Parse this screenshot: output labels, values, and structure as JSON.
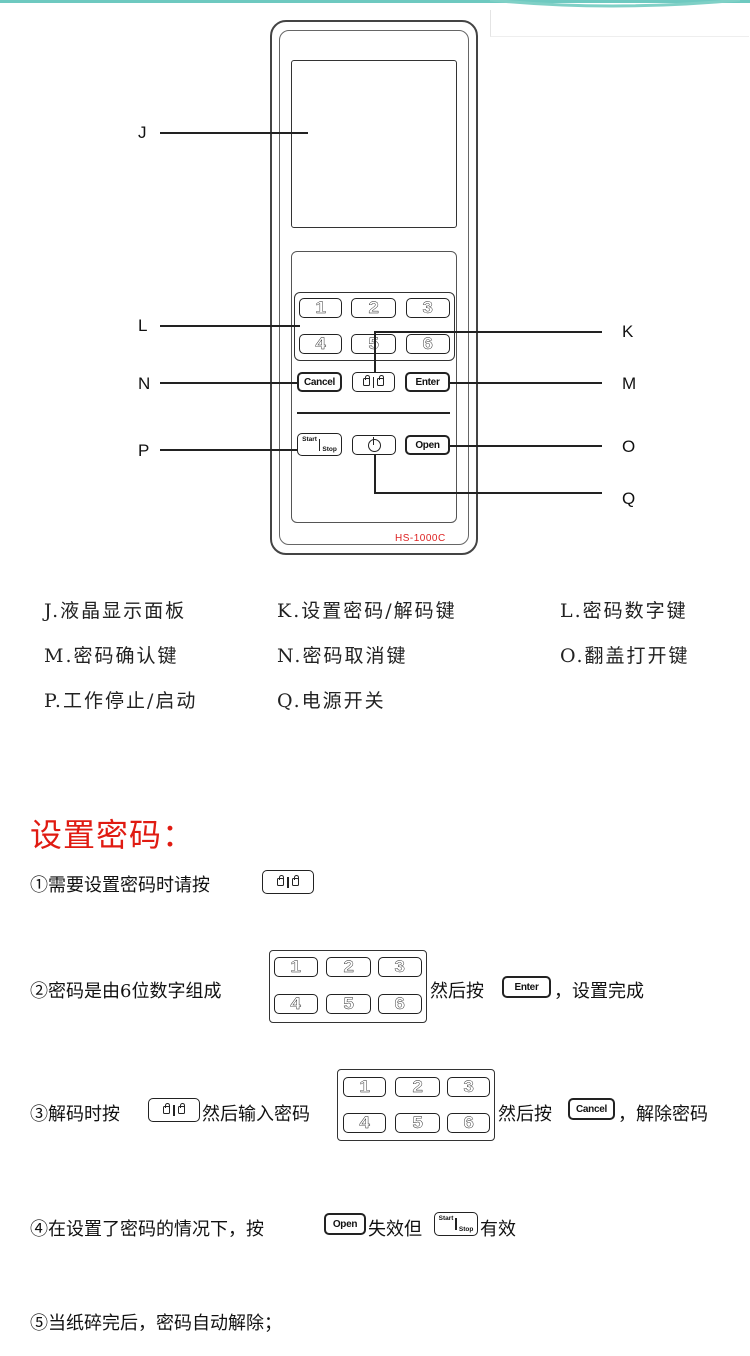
{
  "device": {
    "model": "HS-1000C",
    "keys": {
      "numbers": [
        "1",
        "2",
        "3",
        "4",
        "5",
        "6"
      ],
      "cancel": "Cancel",
      "enter": "Enter",
      "start": "Start",
      "stop": "Stop",
      "open": "Open"
    }
  },
  "callouts": {
    "J": "J",
    "L": "L",
    "N": "N",
    "P": "P",
    "K": "K",
    "M": "M",
    "O": "O",
    "Q": "Q"
  },
  "legend": [
    [
      "J.液晶显示面板",
      "K.设置密码/解码键",
      "L.密码数字键"
    ],
    [
      "M.密码确认键",
      "N.密码取消键",
      "O.翻盖打开键"
    ],
    [
      "P.工作停止/启动",
      "Q.电源开关",
      ""
    ]
  ],
  "section": {
    "title": "设置密码：",
    "step1": "①需要设置密码时请按",
    "step2_a": "②密码是由6位数字组成",
    "step2_b": "然后按",
    "step2_c": "，设置完成",
    "step3_a": "③解码时按",
    "step3_b": "然后输入密码",
    "step3_c": "然后按",
    "step3_d": "，解除密码",
    "step4_a": "④在设置了密码的情况下，按",
    "step4_b": "失效但",
    "step4_c": "有效",
    "step5": "⑤当纸碎完后，密码自动解除；"
  },
  "colors": {
    "accent": "#6ec9c0",
    "title": "#e01b12",
    "model": "#dd2222"
  },
  "icons": [
    "lock-unlock-icon",
    "power-icon"
  ]
}
